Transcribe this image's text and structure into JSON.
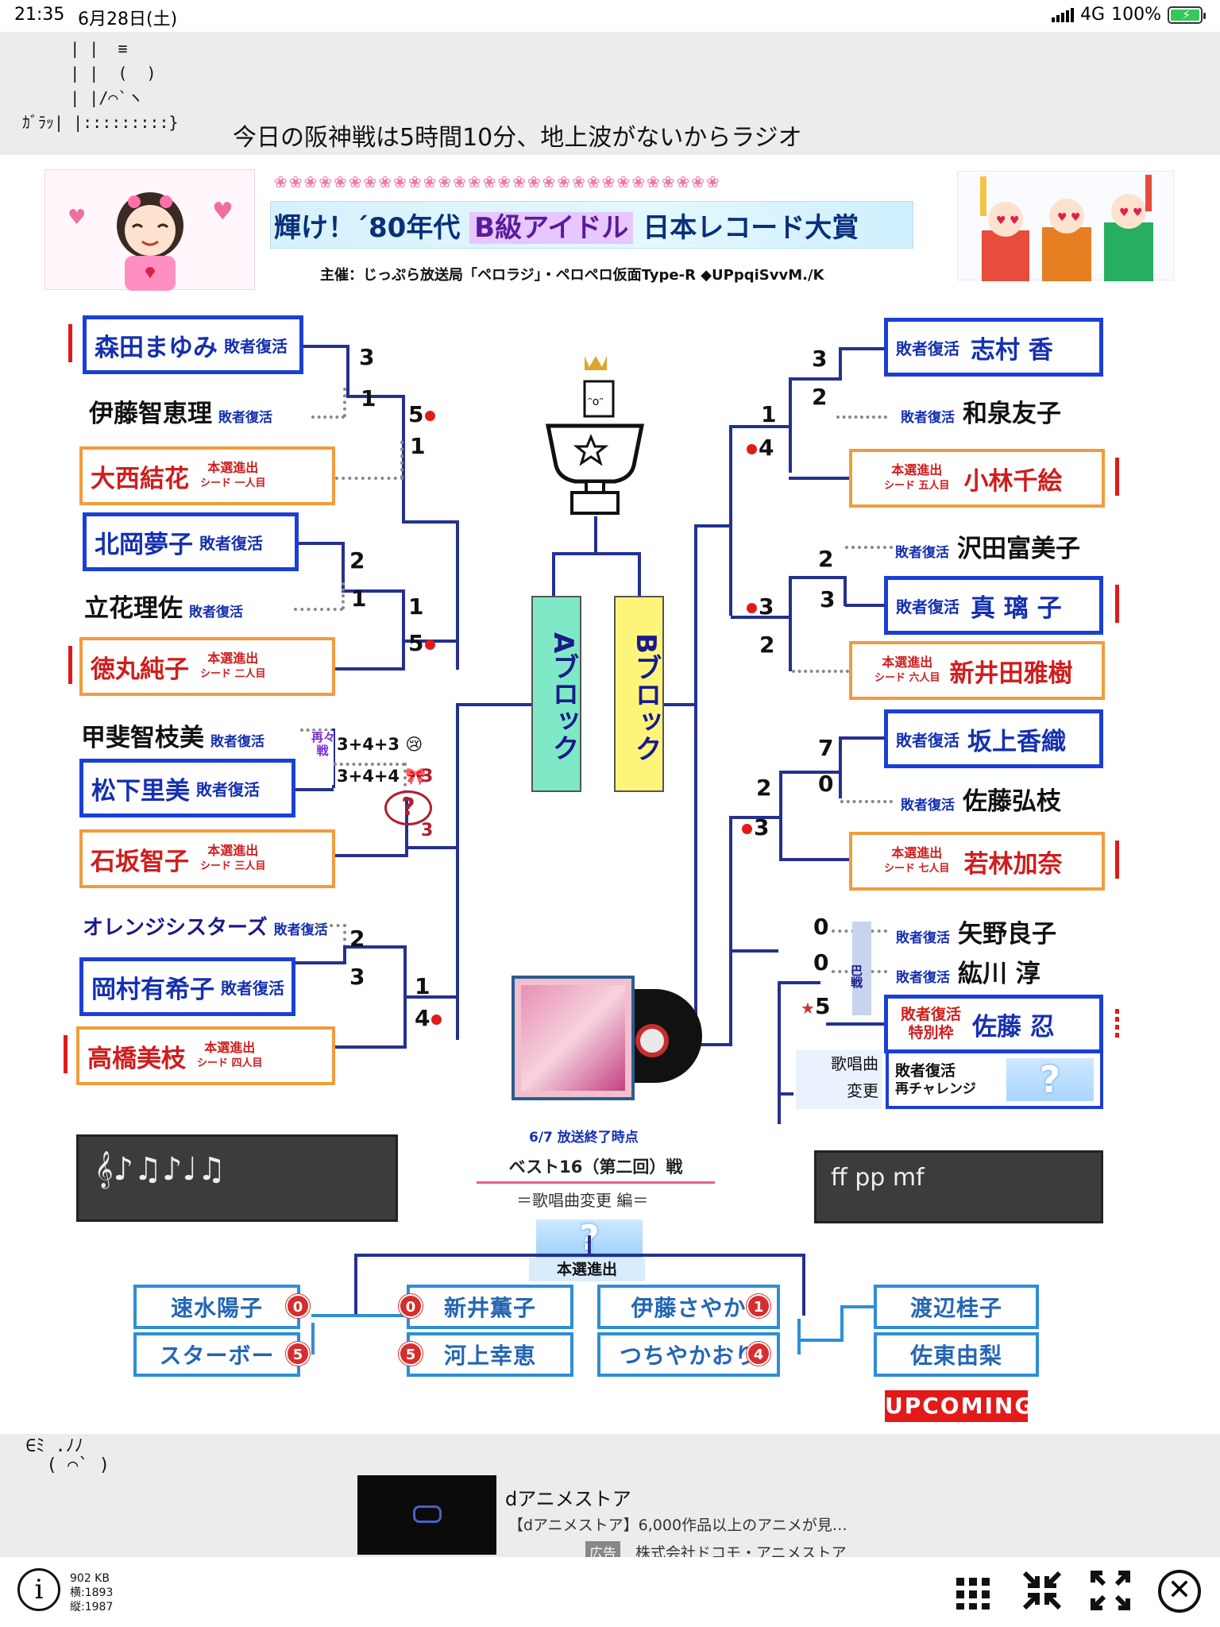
{
  "status_bar": {
    "time": "21:35",
    "date": "6月28日(土)",
    "network": "4G",
    "battery": "100%"
  },
  "comment_top": {
    "ascii_art": "     | |  ≡\n     | |  (  )\n     | |/⌒`ヽ\nｶﾞﾗｯ| |:::::::::}",
    "text": "今日の阪神戦は5時間10分、地上波がないからラジオ"
  },
  "header": {
    "deco": "❀❀❀❀❀❀❀❀❀❀❀❀❀❀❀❀❀❀❀❀❀❀❀❀❀❀❀❀❀❀",
    "title_a": "輝け！´80年代 ",
    "title_b": "B級アイドル",
    "title_c": " 日本レコード大賞",
    "sponsor": "主催：じっぷら放送局「ペロラジ」・ペロペロ仮面Type-R ◆UPpqiSvvM./K"
  },
  "left_block": {
    "e1": {
      "name": "森田まゆみ",
      "tag": "敗者復活"
    },
    "e2": {
      "name": "伊藤智恵理",
      "tag": "敗者復活"
    },
    "e3": {
      "name": "大西結花",
      "tag_top": "本選進出",
      "tag_bottom": "シード 一人目"
    },
    "e4": {
      "name": "北岡夢子",
      "tag": "敗者復活"
    },
    "e5": {
      "name": "立花理佐",
      "tag": "敗者復活"
    },
    "e6": {
      "name": "徳丸純子",
      "tag_top": "本選進出",
      "tag_bottom": "シード 二人目"
    },
    "e7": {
      "name": "甲斐智枝美",
      "tag": "敗者復活"
    },
    "e8": {
      "name": "松下里美",
      "tag": "敗者復活"
    },
    "e9": {
      "name": "石坂智子",
      "tag_top": "本選進出",
      "tag_bottom": "シード 三人目"
    },
    "e10": {
      "name": "オレンジシスターズ",
      "tag": "敗者復活"
    },
    "e11": {
      "name": "岡村有希子",
      "tag": "敗者復活"
    },
    "e12": {
      "name": "高橋美枝",
      "tag_top": "本選進出",
      "tag_bottom": "シード 四人目"
    }
  },
  "left_scores": {
    "s1": "3",
    "s2": "1",
    "s3": "5",
    "s4": "1",
    "s5": "2",
    "s6": "1",
    "s7": "1",
    "s8": "5",
    "s9": "3+4+3",
    "s10": "3+4+4",
    "s11": "3",
    "s12": "3",
    "s13": "2",
    "s14": "3",
    "s15": "1",
    "s16": "4"
  },
  "saisai": "再々戦",
  "right_block": {
    "e1": {
      "name": "志村 香",
      "tag": "敗者復活"
    },
    "e2": {
      "name": "和泉友子",
      "tag": "敗者復活"
    },
    "e3": {
      "name": "小林千絵",
      "tag_top": "本選進出",
      "tag_bottom": "シード 五人目"
    },
    "e4": {
      "name": "沢田富美子",
      "tag": "敗者復活"
    },
    "e5": {
      "name": "真 璃 子",
      "tag": "敗者復活"
    },
    "e6": {
      "name": "新井田雅樹",
      "tag_top": "本選進出",
      "tag_bottom": "シード 六人目"
    },
    "e7": {
      "name": "坂上香織",
      "tag": "敗者復活"
    },
    "e8": {
      "name": "佐藤弘枝",
      "tag": "敗者復活"
    },
    "e9": {
      "name": "若林加奈",
      "tag_top": "本選進出",
      "tag_bottom": "シード 七人目"
    },
    "e10": {
      "name": "矢野良子",
      "tag": "敗者復活"
    },
    "e11": {
      "name": "紘川 淳",
      "tag": "敗者復活"
    },
    "e12": {
      "name": "佐藤 忍",
      "tag_top": "敗者復活",
      "tag_bottom": "特別枠"
    }
  },
  "right_scores": {
    "s1": "3",
    "s2": "2",
    "s3": "1",
    "s4": "4",
    "s5": "2",
    "s6": "3",
    "s7": "3",
    "s8": "2",
    "s9": "7",
    "s10": "0",
    "s11": "2",
    "s12": "3",
    "s13": "0",
    "s14": "0",
    "s15": "5"
  },
  "tomoe": "巴戦",
  "song_change": {
    "label_top": "歌唱曲",
    "label_bottom": "変更",
    "box_top": "敗者復活",
    "box_bottom": "再チャレンジ",
    "mark": "?"
  },
  "blocks": {
    "a": "Aブロック",
    "b": "Bブロック"
  },
  "center": {
    "broadcast": "6/7 放送終了時点",
    "best16": "ベスト16（第二回）戦",
    "henkou": "＝歌唱曲変更 編＝",
    "mark": "?",
    "honsen": "本選進出"
  },
  "bottom_bracket": {
    "b1": {
      "name": "速水陽子",
      "score": "0"
    },
    "b2": {
      "name": "スターボー",
      "score": "5"
    },
    "b3": {
      "name": "新井薫子",
      "score": "0"
    },
    "b4": {
      "name": "河上幸恵",
      "score": "5"
    },
    "b5": {
      "name": "伊藤さやか",
      "score": "1"
    },
    "b6": {
      "name": "つちやかおり",
      "score": "4"
    },
    "b7": {
      "name": "渡辺桂子"
    },
    "b8": {
      "name": "佐東由梨"
    },
    "upcoming": "UPCOMING"
  },
  "chalk": {
    "left": "𝄞♪♫♪♩♫",
    "right": "ff pp mf"
  },
  "comment_bottom": {
    "ascii_art": "∈ﾐ .ﾉﾉ\n  ( ⌒` )",
    "ad_title": "dアニメストア",
    "ad_desc": "【dアニメストア】6,000作品以上のアニメが見…",
    "ad_label": "広告",
    "ad_advertiser": "株式会社ドコモ・アニメストア"
  },
  "toolbar": {
    "info": "i",
    "file_size": "902 KB",
    "width": "横:1893",
    "height": "縦:1987"
  },
  "colors": {
    "accent_blue": "#1a3fd6",
    "seed_orange": "#f29b3c",
    "win_red": "#e01b1b",
    "line_navy": "#24318f"
  }
}
